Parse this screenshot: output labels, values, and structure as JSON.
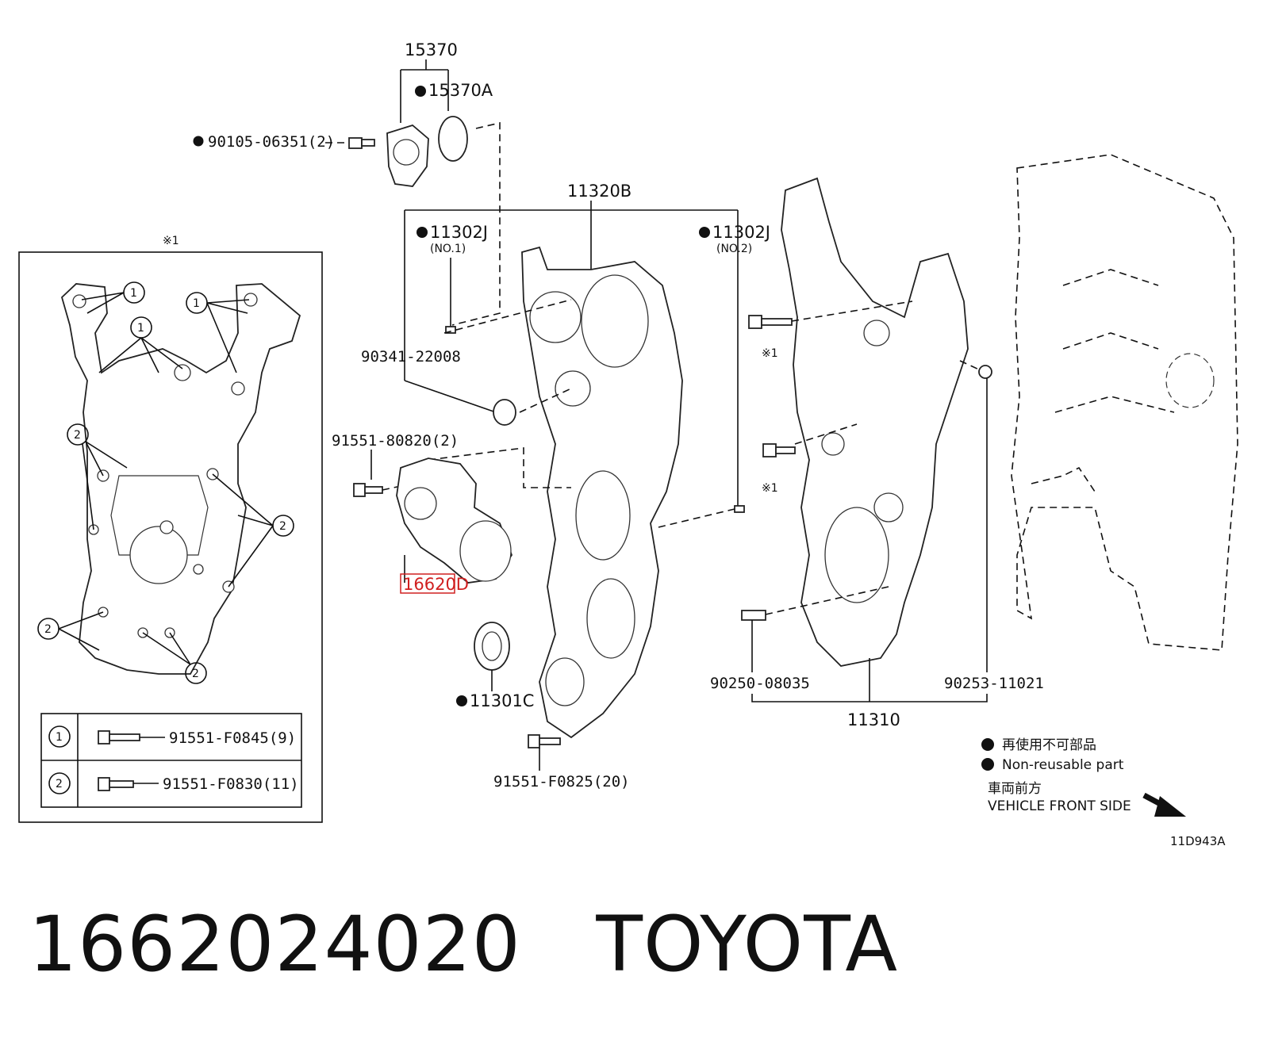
{
  "labels": {
    "p15370": "15370",
    "p15370A": "15370A",
    "p90105": "90105-06351(2)",
    "p11320B": "11320B",
    "p11302J_1": "11302J",
    "p11302J_1_sub": "(NO.1)",
    "p11302J_2": "11302J",
    "p11302J_2_sub": "(NO.2)",
    "p90341": "90341-22008",
    "p91551_80820": "91551-80820(2)",
    "p16620": "16620D",
    "p11301C": "11301C",
    "p91551_F0825": "91551-F0825(20)",
    "note1_a": "※1",
    "note1_b": "※1",
    "inset_title": "※1",
    "p90250": "90250-08035",
    "p90253": "90253-11021",
    "p11310": "11310",
    "inset_row1_num": "1",
    "inset_row1_part": "91551-F0845(9)",
    "inset_row2_num": "2",
    "inset_row2_part": "91551-F0830(11)",
    "callout_1": "1",
    "callout_2": "2"
  },
  "legend": {
    "jp": "再使用不可部品",
    "en": "Non-reusable part",
    "front_jp": "車両前方",
    "front_en": "VEHICLE FRONT SIDE",
    "code": "11D943A"
  },
  "caption": "1662024020   TOYOTA",
  "colors": {
    "highlight": "#d02020",
    "ink": "#111111"
  }
}
